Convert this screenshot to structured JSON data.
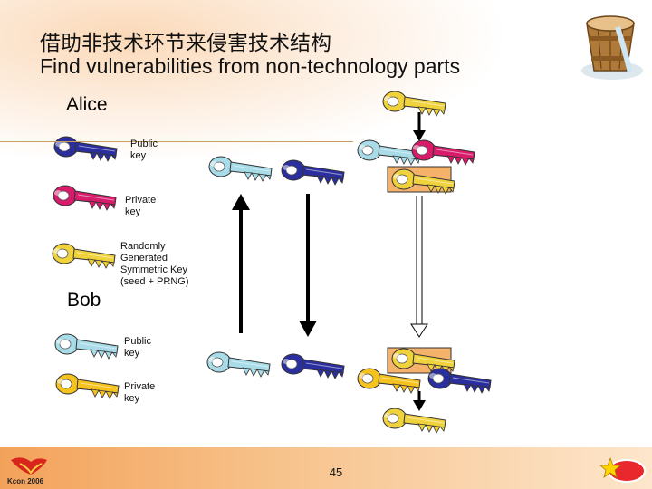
{
  "title": {
    "chinese": "借助非技术环节来侵害技术结构",
    "english": "Find vulnerabilities from non-technology parts"
  },
  "parties": {
    "alice": "Alice",
    "bob": "Bob"
  },
  "legend": {
    "alice_public": "Public\nkey",
    "alice_private": "Private\nkey",
    "symmetric": "Randomly\nGenerated\nSymmetric Key\n(seed + PRNG)",
    "bob_public": "Public\nkey",
    "bob_private": "Private\nkey"
  },
  "footer": {
    "page_number": "45",
    "logo_text": "Kcon 2006"
  },
  "colors": {
    "blue_key": "#2b2f9e",
    "pink_key": "#d81b6a",
    "yellow_key": "#f0d23c",
    "lightblue_key": "#a8dce8",
    "gold_key": "#f6c21e",
    "box_fill": "#f5b26a"
  }
}
